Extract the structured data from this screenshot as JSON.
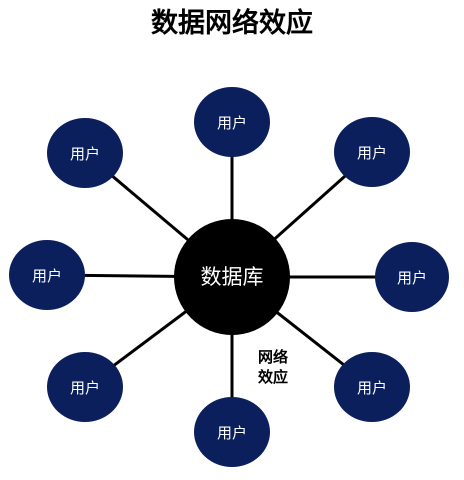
{
  "title": "数据网络效应",
  "center": {
    "label": "数据库"
  },
  "users": [
    {
      "label": "用户"
    },
    {
      "label": "用户"
    },
    {
      "label": "用户"
    },
    {
      "label": "用户"
    },
    {
      "label": "用户"
    },
    {
      "label": "用户"
    },
    {
      "label": "用户"
    },
    {
      "label": "用户"
    }
  ],
  "annotation": {
    "line1": "网络",
    "line2": "效应"
  },
  "colors": {
    "user_node": "#0b1f5c",
    "center_node": "#000000",
    "edge": "#000000",
    "text_on_node": "#ffffff"
  }
}
